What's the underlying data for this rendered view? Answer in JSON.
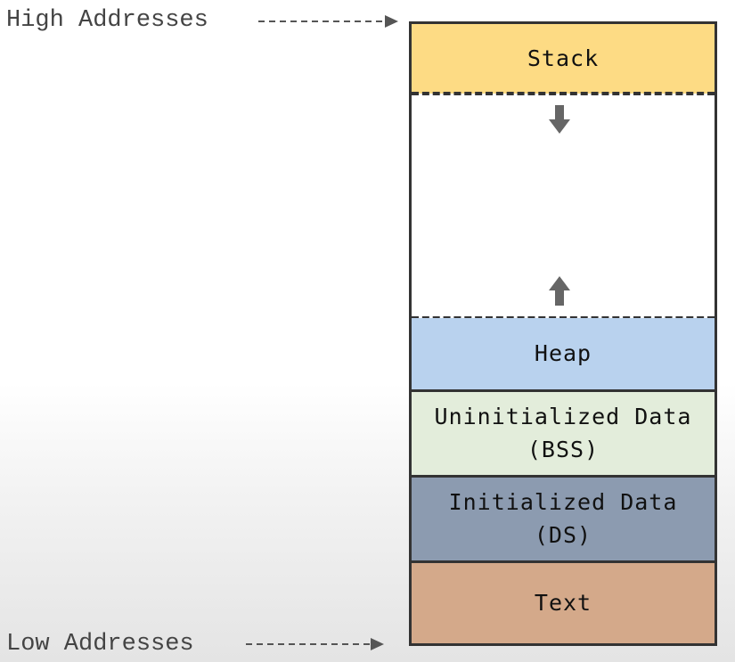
{
  "labels": {
    "high": "High Addresses",
    "low": "Low Addresses"
  },
  "segments": {
    "stack": {
      "label": "Stack",
      "color": "#fddb84"
    },
    "heap": {
      "label": "Heap",
      "color": "#b9d2ee"
    },
    "bss": {
      "line1": "Uninitialized Data",
      "line2": "(BSS)",
      "color": "#e3eddb"
    },
    "ds": {
      "line1": "Initialized Data",
      "line2": "(DS)",
      "color": "#8c9bb0"
    },
    "text": {
      "label": "Text",
      "color": "#d4a98a"
    }
  },
  "icons": {
    "stack_growth": "arrow-down",
    "heap_growth": "arrow-up"
  }
}
